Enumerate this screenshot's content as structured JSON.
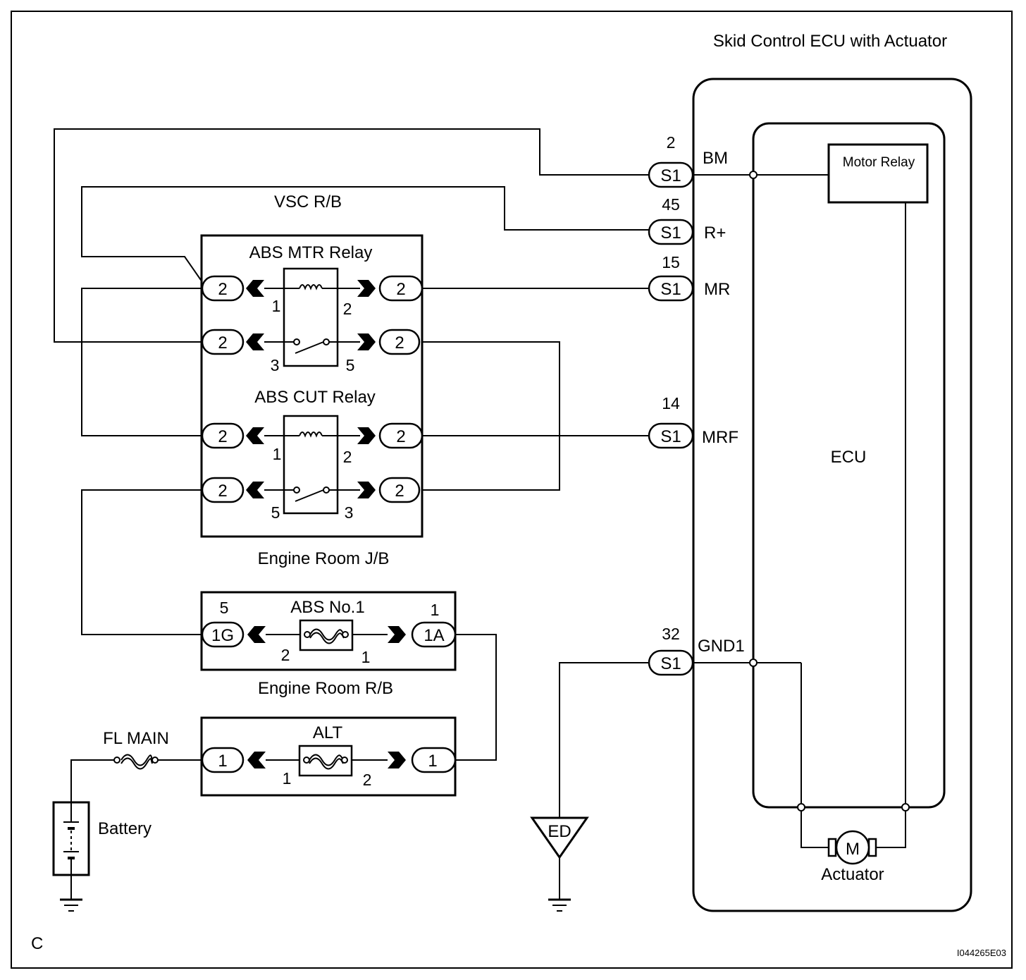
{
  "labels": {
    "ecu_assembly": "Skid Control ECU with Actuator",
    "motor_relay": "Motor Relay",
    "ecu": "ECU",
    "actuator": "Actuator",
    "motor": "M",
    "vsc_rb": "VSC R/B",
    "abs_mtr_relay": "ABS MTR Relay",
    "abs_cut_relay": "ABS CUT Relay",
    "engine_room_jb": "Engine Room J/B",
    "abs_no1": "ABS No.1",
    "engine_room_rb": "Engine Room R/B",
    "alt": "ALT",
    "fl_main": "FL MAIN",
    "battery": "Battery",
    "ground_point": "ED",
    "corner_letter": "C",
    "figure_code": "I044265E03"
  },
  "ecu_terminals": [
    {
      "pin": "2",
      "connector": "S1",
      "signal": "BM"
    },
    {
      "pin": "45",
      "connector": "S1",
      "signal": "R+"
    },
    {
      "pin": "15",
      "connector": "S1",
      "signal": "MR"
    },
    {
      "pin": "14",
      "connector": "S1",
      "signal": "MRF"
    },
    {
      "pin": "32",
      "connector": "S1",
      "signal": "GND1"
    }
  ],
  "jb_connectors": {
    "mtr_left_top": "2",
    "mtr_right_top": "2",
    "mtr_left_bottom": "2",
    "mtr_right_bottom": "2",
    "cut_left_top": "2",
    "cut_right_top": "2",
    "cut_left_bottom": "2",
    "cut_right_bottom": "2"
  },
  "relay_pins": {
    "mtr": {
      "coil_left": "1",
      "coil_right": "2",
      "switch_left": "3",
      "switch_right": "5"
    },
    "cut": {
      "coil_left": "1",
      "coil_right": "2",
      "switch_left": "5",
      "switch_right": "3"
    }
  },
  "rb_connectors": {
    "left": "1G",
    "left_pin": "5",
    "right": "1A",
    "right_pin": "1",
    "fuse_left_pin": "2",
    "fuse_right_pin": "1"
  },
  "alt_block": {
    "left": "1",
    "right": "1",
    "fuse_left_pin": "1",
    "fuse_right_pin": "2"
  }
}
